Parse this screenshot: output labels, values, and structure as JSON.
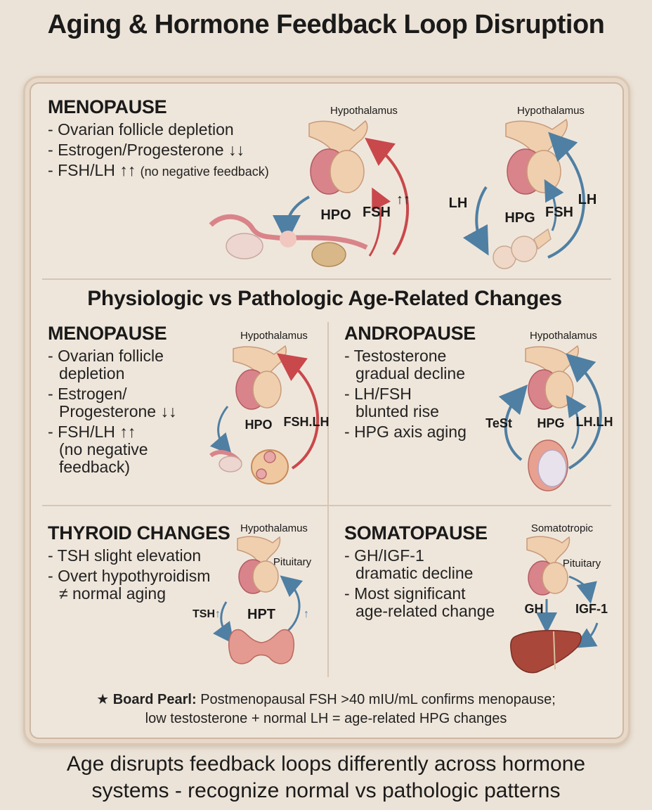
{
  "title": "Aging & Hormone Feedback Loop Disruption",
  "top": {
    "heading": "MENOPAUSE",
    "bullets": [
      "Ovarian follicle depletion",
      "Estrogen/Progesterone ↓↓",
      "FSH/LH ↑↑"
    ],
    "note": "(no negative feedback)",
    "diagram1": {
      "hypothalamus": "Hypothalamus",
      "axis": "HPO",
      "hormone": "FSH",
      "arrows": "↑↑"
    },
    "diagram2": {
      "hypothalamus": "Hypothalamus",
      "axis": "HPG",
      "hormone1": "FSH",
      "hormone2": "LH",
      "hormone3": "LH"
    }
  },
  "section_title": "Physiologic vs Pathologic Age-Related Changes",
  "menopause": {
    "heading": "MENOPAUSE",
    "bullets": [
      "Ovarian follicle\ndepletion",
      "Estrogen/\nProgesterone ↓↓",
      "FSH/LH ↑↑\n(no negative\nfeedback)"
    ],
    "diagram": {
      "hypothalamus": "Hypothalamus",
      "axis": "HPO",
      "hormone": "FSH.LH"
    }
  },
  "andropause": {
    "heading": "ANDROPAUSE",
    "bullets": [
      "Testosterone\ngradual decline",
      "LH/FSH\nblunted rise",
      "HPG axis aging"
    ],
    "diagram": {
      "hypothalamus": "Hypothalamus",
      "axis": "HPG",
      "left": "TeSt",
      "right": "LH.LH"
    }
  },
  "thyroid": {
    "heading": "THYROID CHANGES",
    "bullets": [
      "TSH slight elevation",
      "Overt hypothyroidism\n≠ normal aging"
    ],
    "diagram": {
      "hypothalamus": "Hypothalamus",
      "pituitary": "Pituitary",
      "axis": "HPT",
      "left": "TSH",
      "up": "↑"
    }
  },
  "somatopause": {
    "heading": "SOMATOPAUSE",
    "bullets": [
      "GH/IGF-1\ndramatic decline",
      "Most significant\nage-related change"
    ],
    "diagram": {
      "top": "Somatotropic",
      "pituitary": "Pituitary",
      "left": "GH",
      "right": "IGF-1"
    }
  },
  "pearl": {
    "star": "★",
    "label": "Board Pearl:",
    "line1": "Postmenopausal FSH >40 mIU/mL confirms menopause;",
    "line2": "low testosterone + normal LH = age-related HPG changes"
  },
  "footer": {
    "line1": "Age disrupts feedback loops differently across hormone",
    "line2": "systems - recognize normal vs pathologic patterns"
  },
  "colors": {
    "red_arrow": "#c9484b",
    "blue_arrow": "#4f7fa3",
    "tissue_pink": "#d9848a",
    "tissue_cream": "#efcfae",
    "liver": "#a8473a"
  }
}
